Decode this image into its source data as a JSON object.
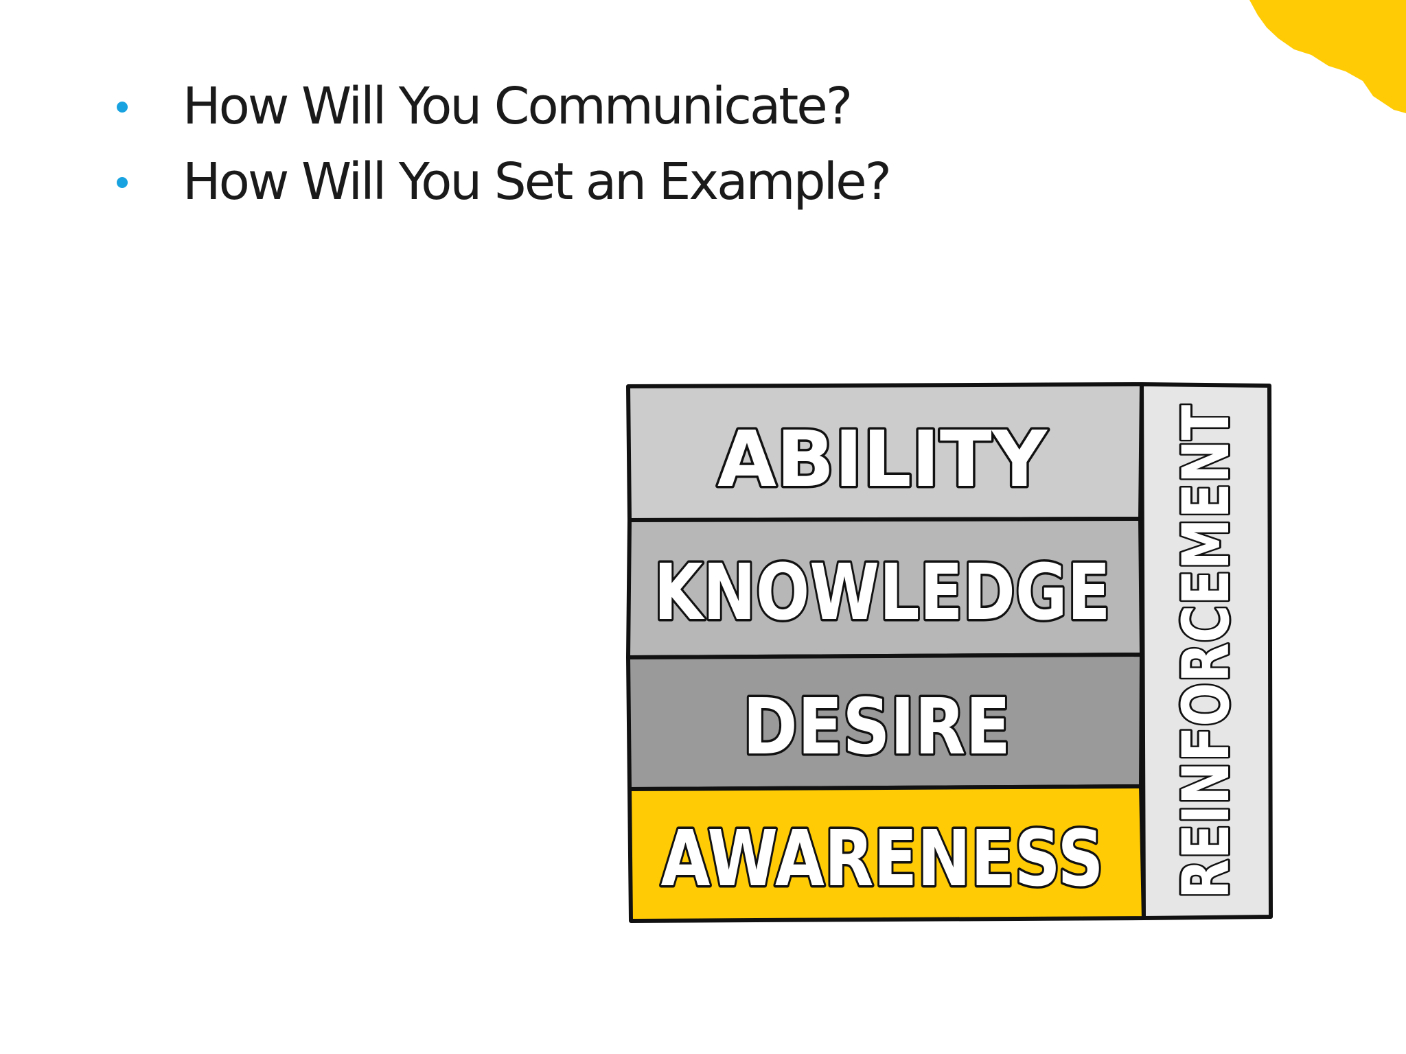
{
  "slide": {
    "bullets": [
      {
        "text": "How Will You Communicate?"
      },
      {
        "text": "How Will You Set an Example?"
      }
    ]
  },
  "diagram": {
    "layers": [
      {
        "label": "ABILITY",
        "color": "#cccccc"
      },
      {
        "label": "KNOWLEDGE",
        "color": "#b7b7b7"
      },
      {
        "label": "DESIRE",
        "color": "#9a9a9a"
      },
      {
        "label": "AWARENESS",
        "color": "#ffcb05"
      }
    ],
    "side": {
      "label": "REINFORCEMENT",
      "color": "#e6e6e6"
    }
  },
  "colors": {
    "bullet": "#18a3e0",
    "accent": "#ffcb05",
    "outline": "#111111"
  }
}
